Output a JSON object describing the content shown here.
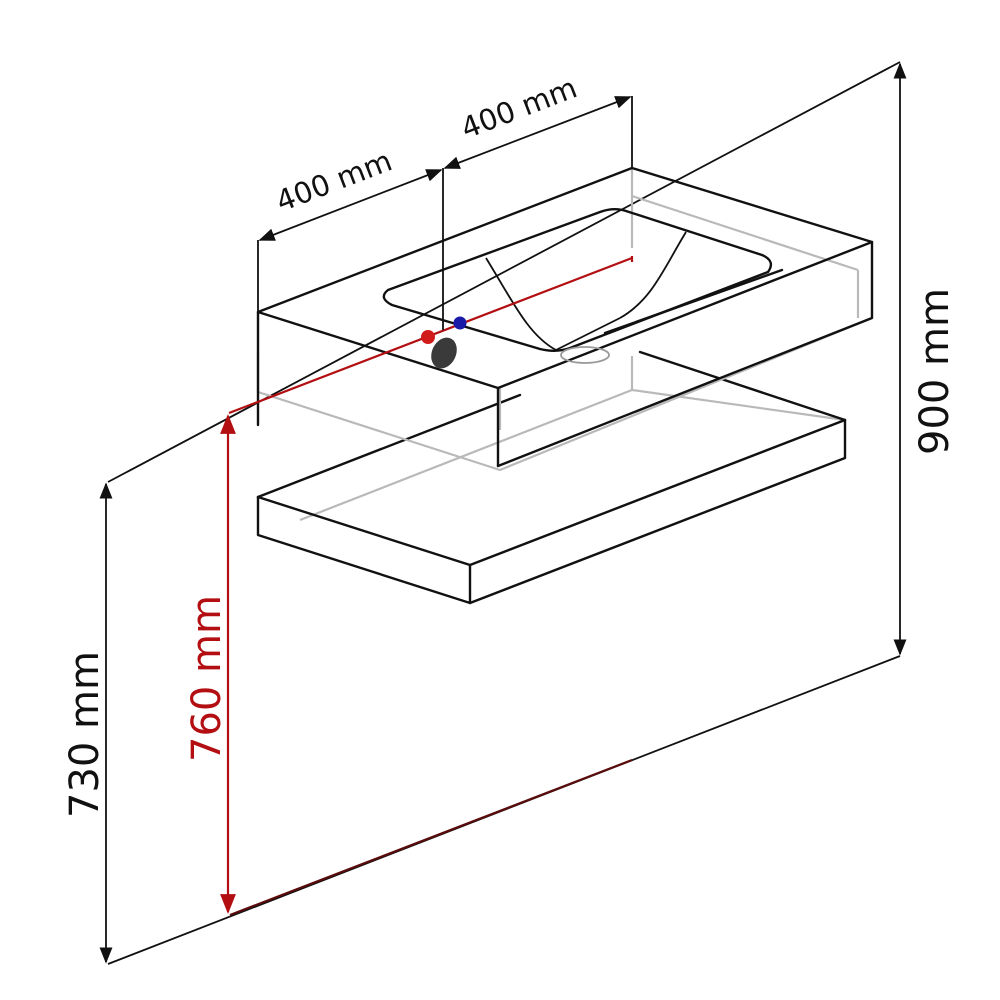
{
  "diagram": {
    "dimensions": {
      "width_left": "400 mm",
      "width_right": "400 mm",
      "total_height": "900 mm",
      "floor_to_shelf": "730 mm",
      "floor_to_supply": "760 mm"
    },
    "colors": {
      "line": "#111111",
      "hidden_line": "#b9b9b9",
      "supply_red": "#b30f12",
      "hot_valve": "#d11a1a",
      "cold_valve": "#1a1aa8",
      "drain_pipe": "#3a3a3a"
    }
  }
}
